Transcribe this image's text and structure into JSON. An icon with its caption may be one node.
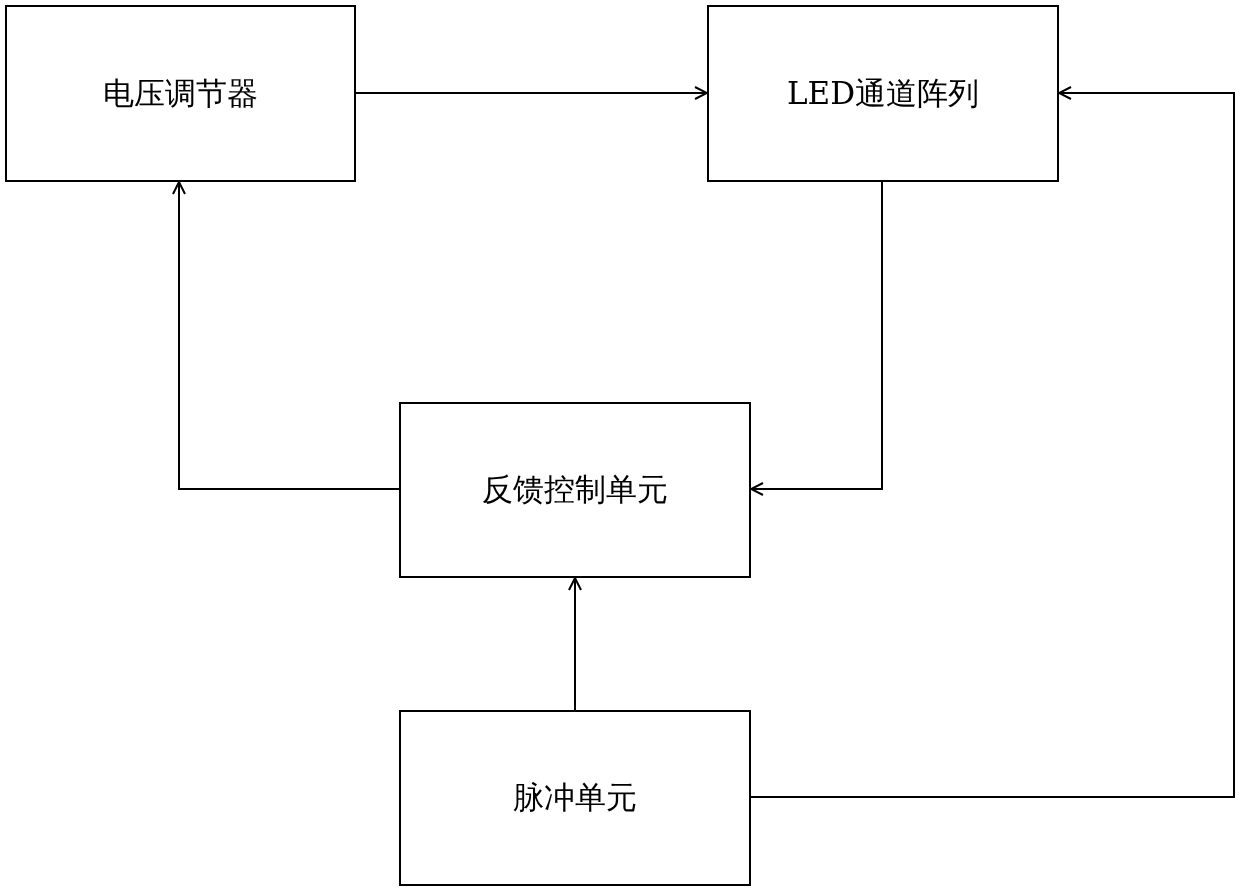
{
  "diagram": {
    "nodes": [
      {
        "text": [
          "电压调节器"
        ]
      },
      {
        "text": [
          "LED通道阵列"
        ]
      },
      {
        "text": [
          "反馈控制单元"
        ]
      },
      {
        "text": [
          "脉冲单元"
        ]
      }
    ],
    "edges": [
      {
        "from": 0,
        "to": 1,
        "arrow": "to"
      },
      {
        "from": 1,
        "to": 2,
        "arrow": "to"
      },
      {
        "from": 2,
        "to": 0,
        "arrow": "to"
      },
      {
        "from": 3,
        "to": 2,
        "arrow": "to"
      },
      {
        "from": 3,
        "to": 1,
        "arrow": "to"
      }
    ]
  }
}
